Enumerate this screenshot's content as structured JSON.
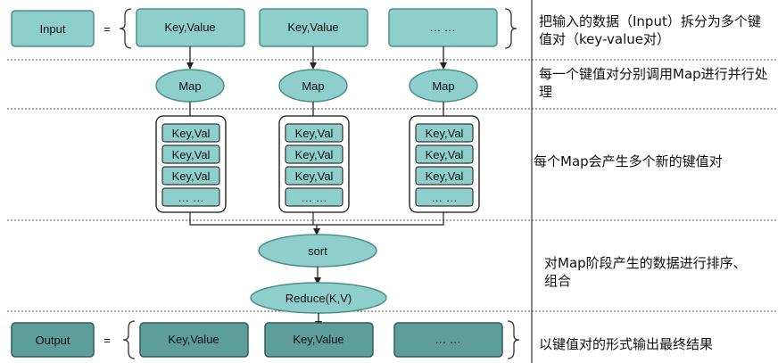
{
  "colors": {
    "box_fill": "#8fcfcb",
    "box_stroke": "#4f8f8b",
    "dark_fill": "#5e9e9a",
    "dark_stroke": "#2f5f5c",
    "arrow": "#222222"
  },
  "input_row": {
    "label": "Input",
    "equals": "=",
    "items": [
      "Key,Value",
      "Key,Value",
      "… …"
    ]
  },
  "map_row": {
    "labels": [
      "Map",
      "Map",
      "Map"
    ]
  },
  "group_row": {
    "item_label": "Key,Val",
    "ellipsis": "… …"
  },
  "sort_label": "sort",
  "reduce_label": "Reduce(K,V)",
  "output_row": {
    "label": "Output",
    "equals": "=",
    "items": [
      "Key,Value",
      "Key,Value",
      "… …"
    ]
  },
  "descriptions": {
    "input": "把输入的数据（Input）拆分为多个键值对（key-value对）",
    "map": "每一个键值对分别调用Map进行并行处理",
    "group": "每个Map会产生多个新的键值对",
    "sort": "对Map阶段产生的数据进行排序、组合",
    "output": "以键值对的形式输出最终结果"
  }
}
